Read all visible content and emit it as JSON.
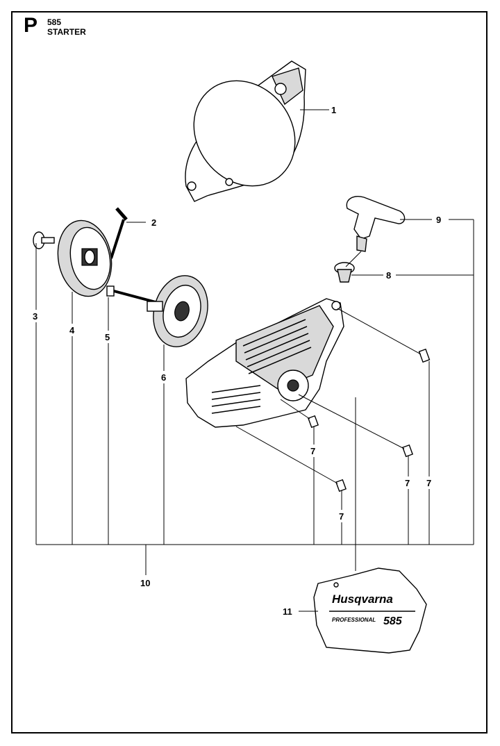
{
  "header": {
    "section_letter": "P",
    "section_number": "585",
    "section_title": "STARTER"
  },
  "callouts": [
    {
      "id": "c1",
      "label": "1"
    },
    {
      "id": "c2",
      "label": "2"
    },
    {
      "id": "c3",
      "label": "3"
    },
    {
      "id": "c4",
      "label": "4"
    },
    {
      "id": "c5",
      "label": "5"
    },
    {
      "id": "c6",
      "label": "6"
    },
    {
      "id": "c7a",
      "label": "7"
    },
    {
      "id": "c7b",
      "label": "7"
    },
    {
      "id": "c7c",
      "label": "7"
    },
    {
      "id": "c7d",
      "label": "7"
    },
    {
      "id": "c8",
      "label": "8"
    },
    {
      "id": "c9",
      "label": "9"
    },
    {
      "id": "c10",
      "label": "10"
    },
    {
      "id": "c11",
      "label": "11"
    }
  ],
  "decal": {
    "brand": "Husqvarna",
    "line": "PROFESSIONAL",
    "model": "585"
  },
  "colors": {
    "line": "#000000",
    "background": "#ffffff"
  }
}
